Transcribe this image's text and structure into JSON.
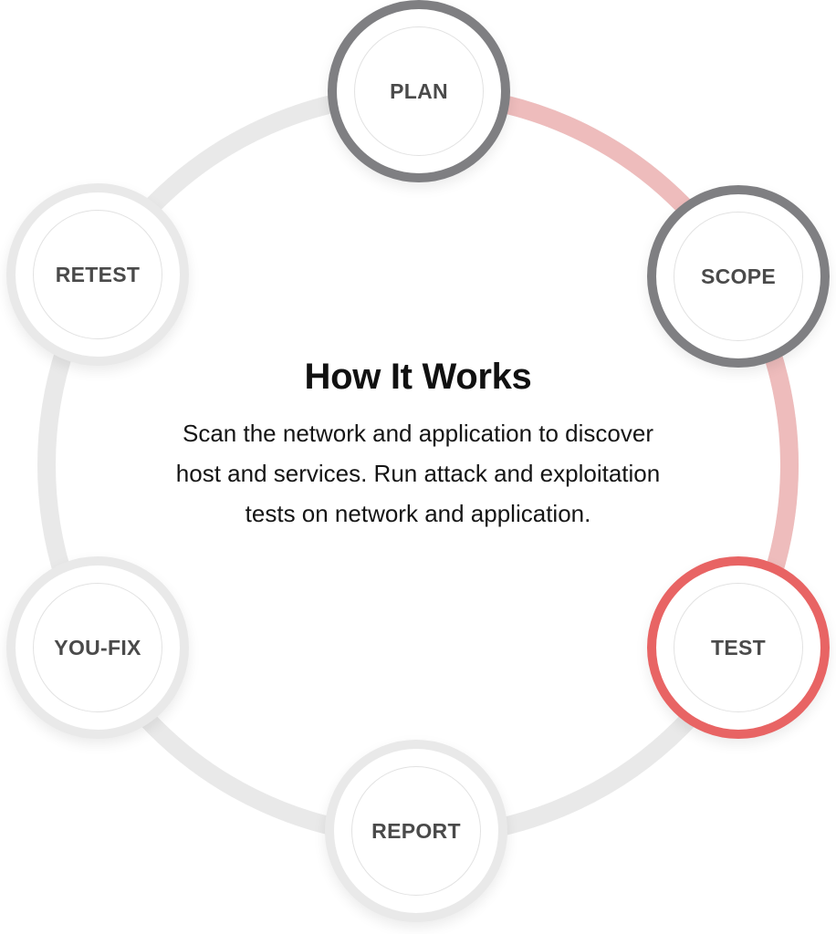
{
  "title": "How It Works",
  "description": "Scan the network and application to discover host and services. Run attack and exploitation tests on network and application.",
  "steps": [
    {
      "label": "PLAN",
      "state": "completed"
    },
    {
      "label": "SCOPE",
      "state": "completed"
    },
    {
      "label": "TEST",
      "state": "active"
    },
    {
      "label": "REPORT",
      "state": "upcoming"
    },
    {
      "label": "YOU-FIX",
      "state": "upcoming"
    },
    {
      "label": "RETEST",
      "state": "upcoming"
    }
  ],
  "colors": {
    "ring": "#e9e9e9",
    "ring_progress": "#eebcbc",
    "node_completed_border": "#7f7f82",
    "node_active_border": "#e86464",
    "node_upcoming_border": "#e9e9e9",
    "label_text": "#4a4a4a",
    "heading_text": "#111111"
  }
}
